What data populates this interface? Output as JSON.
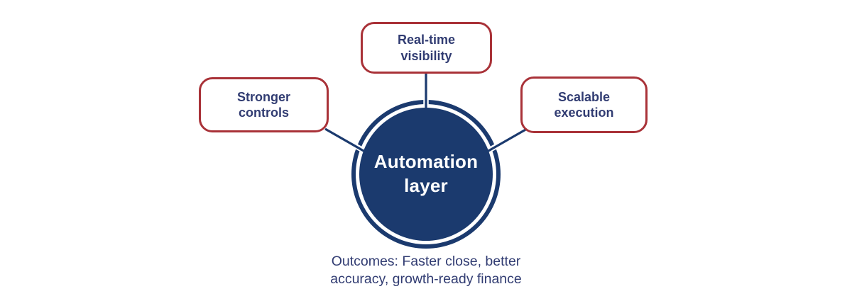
{
  "diagram": {
    "center": {
      "label": "Automation layer"
    },
    "nodes": [
      {
        "id": "top",
        "label": "Real-time visibility"
      },
      {
        "id": "left",
        "label": "Stronger controls"
      },
      {
        "id": "right",
        "label": "Scalable execution"
      }
    ],
    "caption": {
      "line1": "Outcomes: Faster close, better",
      "line2": "accuracy, growth-ready finance"
    },
    "colors": {
      "navy": "#1b3a6e",
      "red": "#a93238",
      "text": "#313c72",
      "white": "#ffffff"
    }
  }
}
